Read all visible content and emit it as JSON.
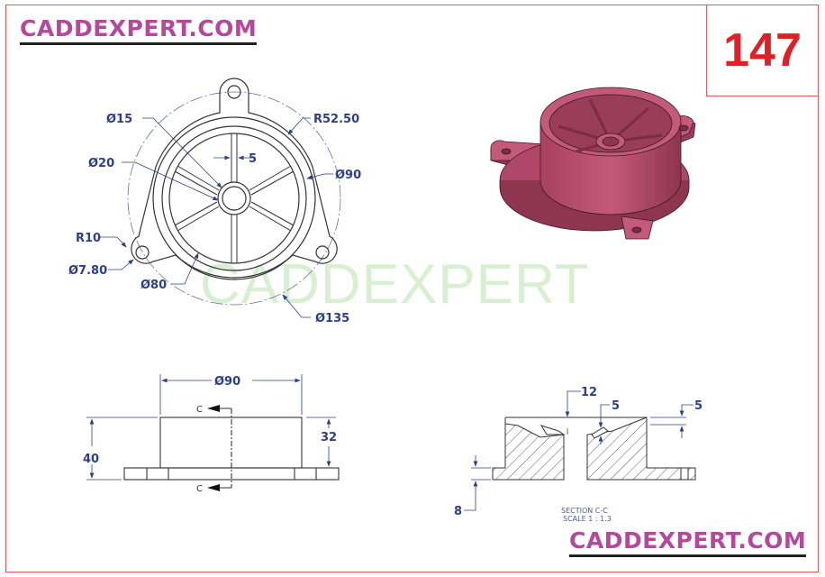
{
  "header": {
    "brand_top": "CADDEXPERT.COM",
    "brand_bottom": "CADDEXPERT.COM",
    "exercise_number": "147",
    "watermark": "CADDEXPERT"
  },
  "top_view": {
    "dims": {
      "d15": "Ø15",
      "d20": "Ø20",
      "rib": "5",
      "r52": "R52.50",
      "d90": "Ø90",
      "r10": "R10",
      "d7_80": "Ø7.80",
      "d80": "Ø80",
      "d135": "Ø135"
    }
  },
  "front_view": {
    "dims": {
      "d90": "Ø90",
      "h40": "40",
      "h32": "32",
      "cut_label_top": "C",
      "cut_label_bottom": "C"
    }
  },
  "section_view": {
    "dims": {
      "d12": "12",
      "d5a": "5",
      "d5b": "5",
      "d8": "8"
    },
    "title": "SECTION C-C",
    "scale": "SCALE 1 : 1.3"
  },
  "colors": {
    "frame": "#e8555a",
    "brand": "#b5479c",
    "number": "#e21f26",
    "dimension": "#2b3f8e",
    "model": "#b94f6e"
  }
}
